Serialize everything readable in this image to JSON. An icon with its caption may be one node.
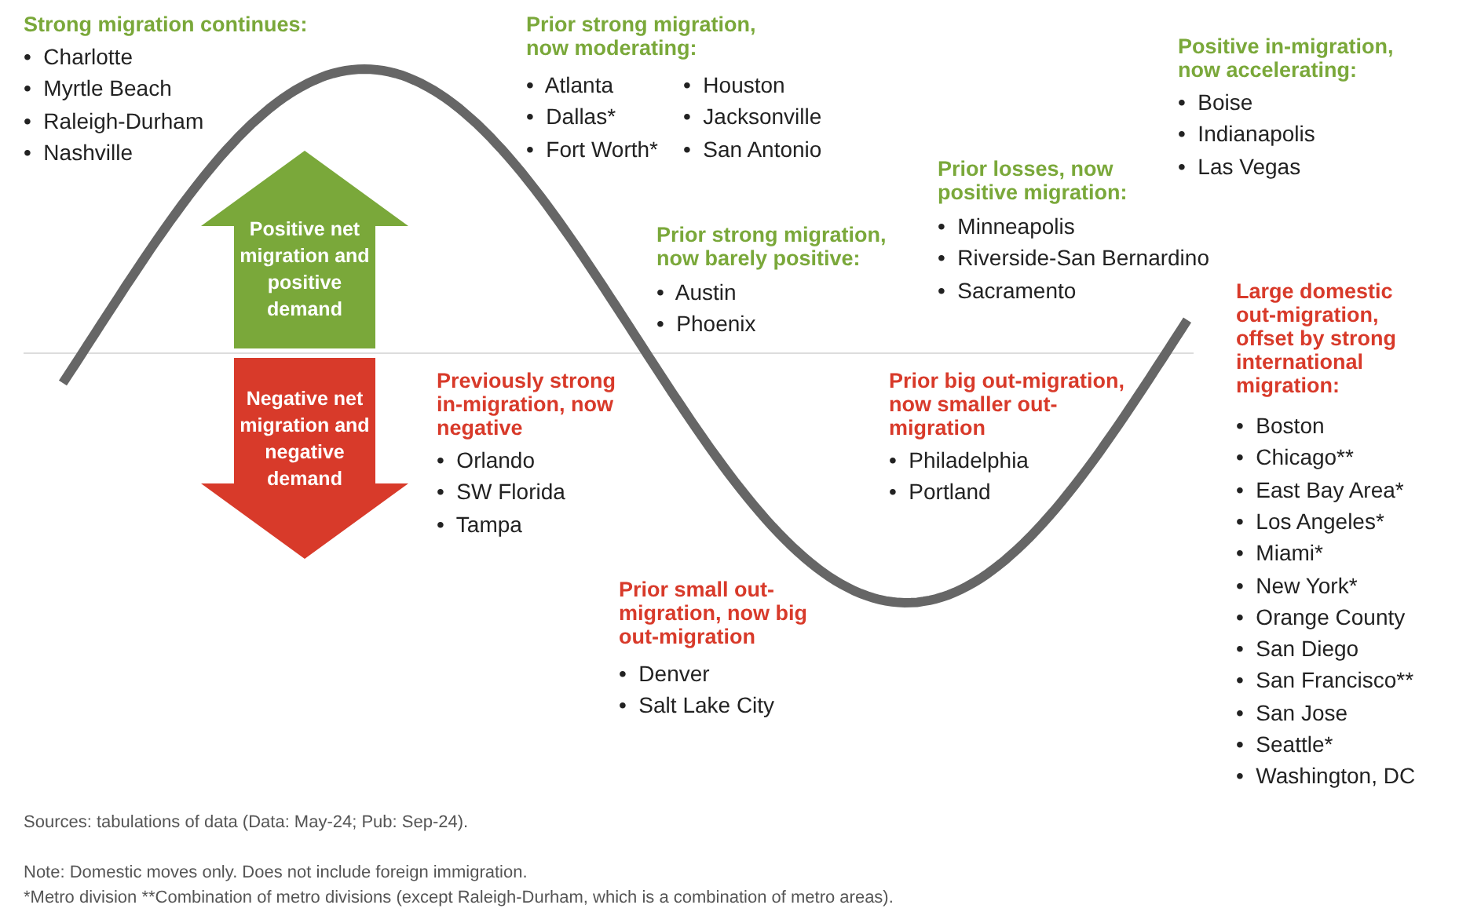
{
  "diagram": {
    "nodes": [
      {
        "text": [
          "Positive net migration and positive demand"
        ]
      },
      {
        "text": [
          "Negative net migration and negative demand"
        ]
      }
    ],
    "labels": [
      "Strong migration continues:",
      "•  Charlotte",
      "•  Myrtle Beach",
      "•  Raleigh-Durham",
      "•  Nashville",
      "Prior strong migration, now moderating:",
      "•  Atlanta",
      "•  Houston",
      "•  Dallas*",
      "•  Jacksonville",
      "•  Fort Worth*",
      "•  San Antonio",
      "Positive in-migration, now accelerating:",
      "•  Boise",
      "•  Indianapolis",
      "•  Las Vegas",
      "Prior losses, now positive migration:",
      "•  Minneapolis",
      "•  Riverside-San Bernardino",
      "•  Sacramento",
      "Prior strong migration, now barely positive:",
      "•  Austin",
      "•  Phoenix",
      "Large domestic out-migration, offset by strong international migration:",
      "•  Boston",
      "•  Chicago**",
      "•  East Bay Area*",
      "•  Los Angeles*",
      "•  Miami*",
      "•  New York*",
      "•  Orange County",
      "•  San Diego",
      "•  San Francisco**",
      "•  San Jose",
      "•  Seattle*",
      "•  Washington, DC",
      "Previously strong in-migration, now negative",
      "•  Orlando",
      "•  SW Florida",
      "•  Tampa",
      "Prior big out-migration, now smaller out-migration",
      "•  Philadelphia",
      "•  Portland",
      "Prior small out-migration, now big out-migration",
      "•  Denver",
      "•  Salt Lake City",
      "Sources: tabulations of data (Data: May-24; Pub: Sep-24).",
      "Note: Domestic moves only. Does not include foreign immigration.",
      "*Metro division **Combination of metro divisions (except Raleigh-Durham, which is a combination of metro areas)."
    ]
  }
}
